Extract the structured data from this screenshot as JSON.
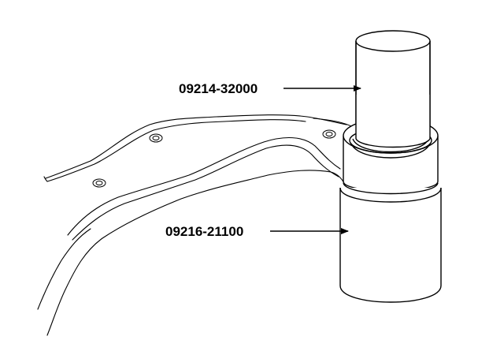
{
  "callouts": [
    {
      "id": "upper",
      "part_number": "09214-32000"
    },
    {
      "id": "lower",
      "part_number": "09216-21100"
    }
  ]
}
